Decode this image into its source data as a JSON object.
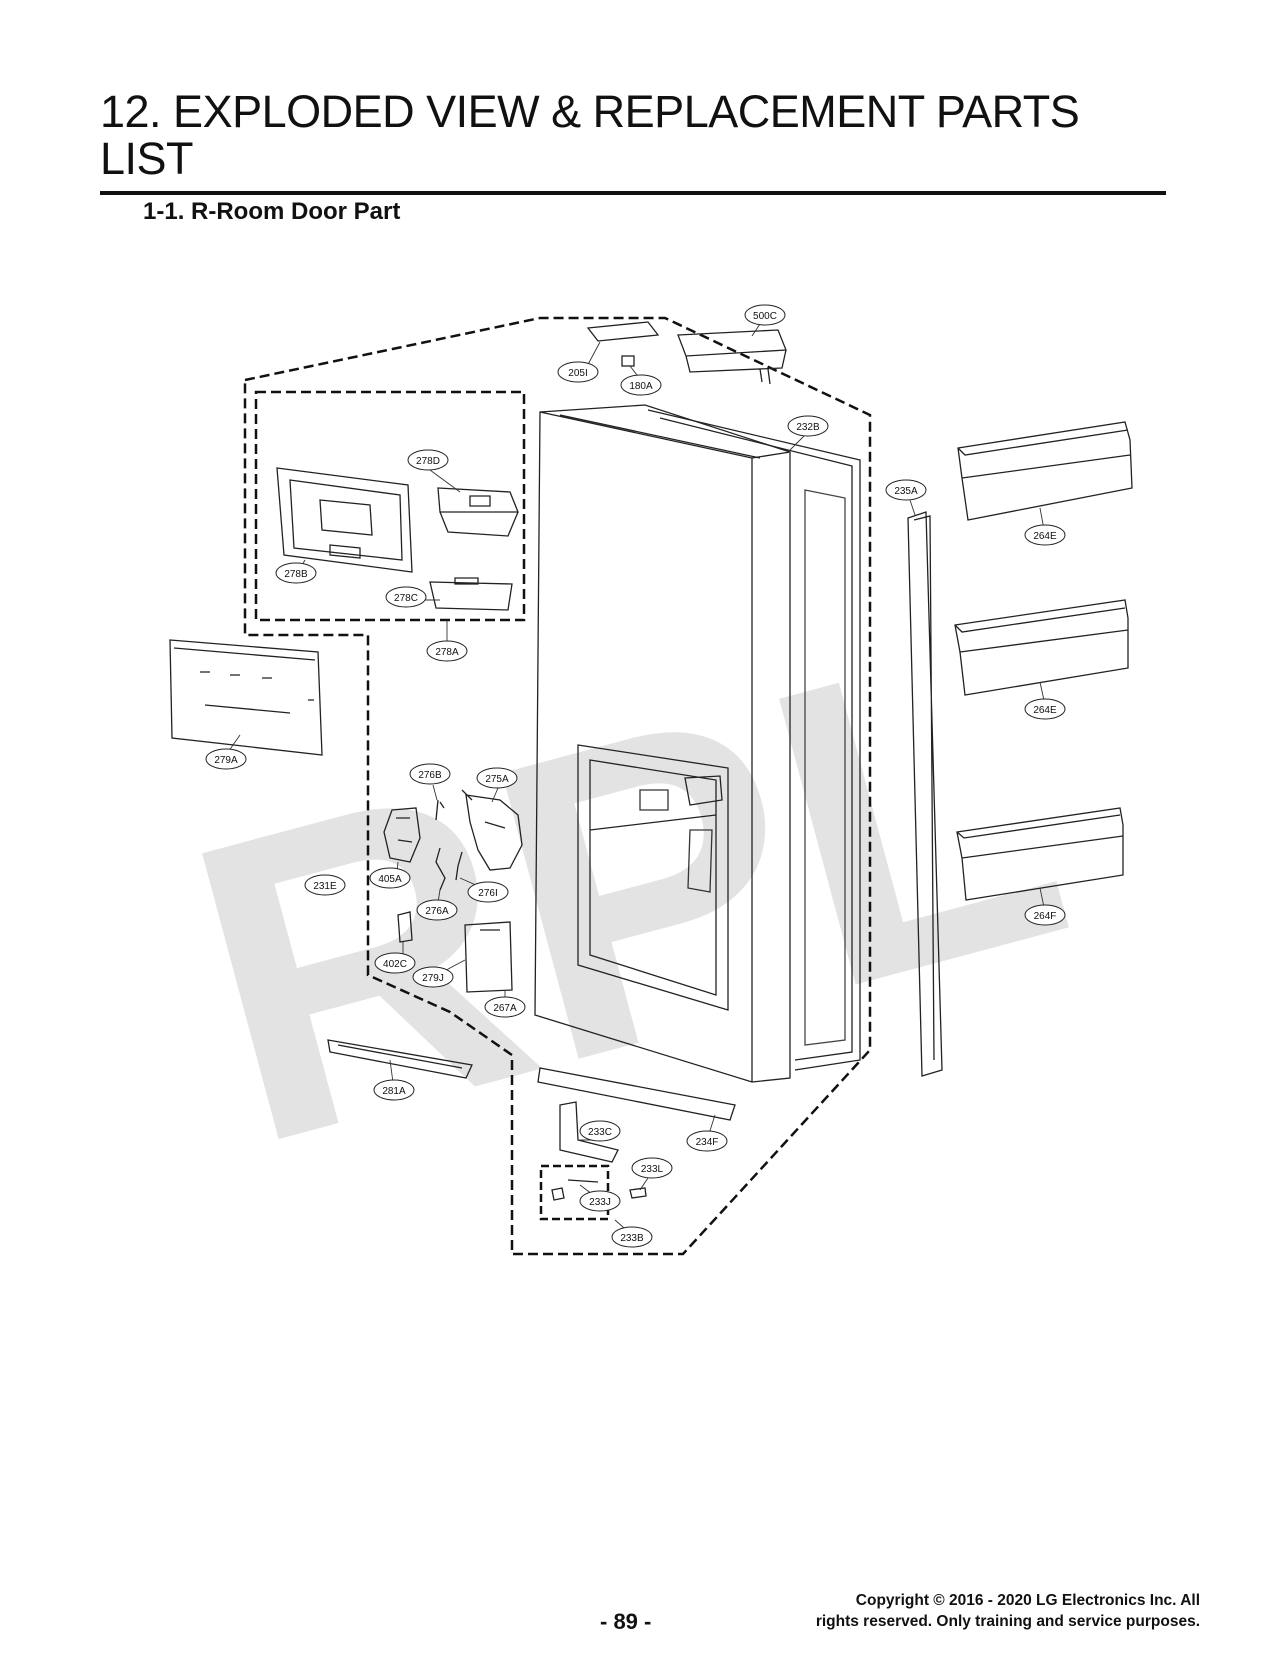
{
  "heading": "12. EXPLODED VIEW & REPLACEMENT PARTS LIST",
  "subheading": "1-1. R-Room Door Part",
  "watermark": "RPL",
  "footer": {
    "page_number": "- 89 -",
    "copyright_line1": "Copyright © 2016 - 2020 LG Electronics Inc. All",
    "copyright_line2": "rights reserved. Only training and service purposes."
  },
  "callouts": [
    "500C",
    "205I",
    "180A",
    "232B",
    "278D",
    "278B",
    "278C",
    "278A",
    "235A",
    "264E",
    "264E",
    "264F",
    "279A",
    "276B",
    "275A",
    "231E",
    "405A",
    "276A",
    "276I",
    "402C",
    "279J",
    "267A",
    "281A",
    "233C",
    "234F",
    "233L",
    "233J",
    "233B"
  ]
}
